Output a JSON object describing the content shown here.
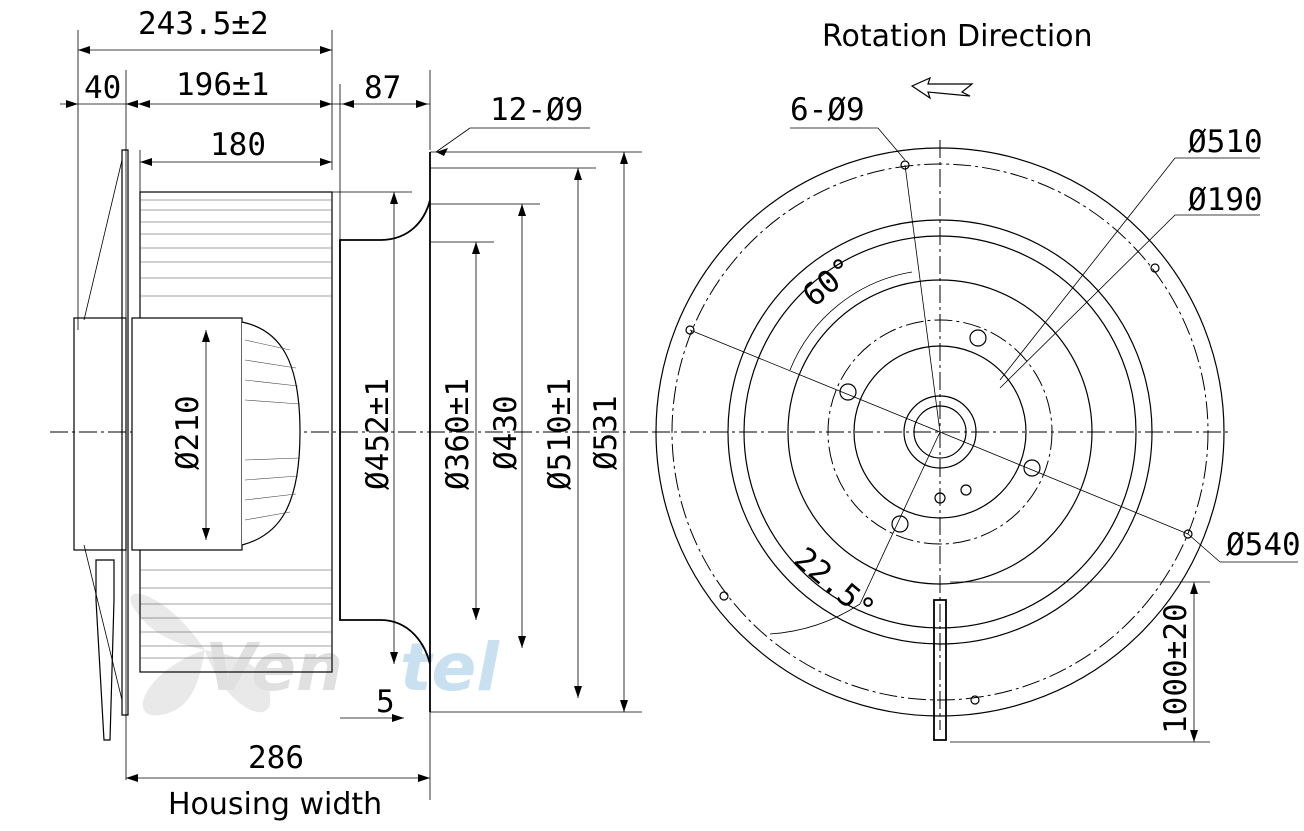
{
  "side_view": {
    "dim_overall_length": "243.5±2",
    "dim_motor_protrusion": "40",
    "dim_impeller_width": "196±1",
    "dim_inlet_ring_depth": "87",
    "dim_blade_width": "180",
    "dim_mounting_holes": "12-Ø9",
    "dim_motor_diameter": "Ø210",
    "dim_inlet_diameter": "Ø452±1",
    "dim_ring_inner": "Ø360±1",
    "dim_hole_circle": "Ø430",
    "dim_ring_pcd": "Ø510±1",
    "dim_ring_outer": "Ø531",
    "dim_plate_thickness": "5",
    "dim_housing_width_value": "286",
    "housing_width_label": "Housing width"
  },
  "front_view": {
    "rotation_label": "Rotation Direction",
    "dim_holes": "6-Ø9",
    "dim_pcd_outer": "Ø510",
    "dim_hub": "Ø190",
    "angle_60": "60°",
    "angle_22_5": "22.5°",
    "dim_outer_diameter": "Ø540",
    "dim_cable_length": "1000±20"
  },
  "watermark": {
    "part1": "Ven",
    "part2": "tel",
    "color_grey": "#c8c8c8",
    "color_blue": "#9ec8e6"
  }
}
